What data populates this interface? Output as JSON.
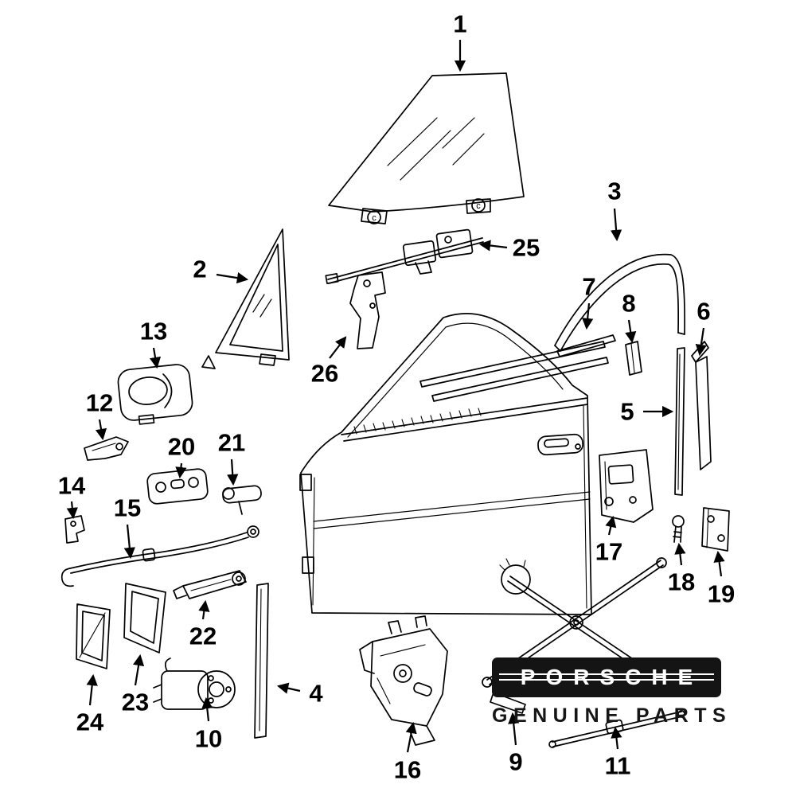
{
  "diagram": {
    "description": "Exploded parts diagram of a front door assembly",
    "callouts": [
      {
        "number": "1"
      },
      {
        "number": "2"
      },
      {
        "number": "3"
      },
      {
        "number": "4"
      },
      {
        "number": "5"
      },
      {
        "number": "6"
      },
      {
        "number": "7"
      },
      {
        "number": "8"
      },
      {
        "number": "9"
      },
      {
        "number": "10"
      },
      {
        "number": "11"
      },
      {
        "number": "12"
      },
      {
        "number": "13"
      },
      {
        "number": "14"
      },
      {
        "number": "15"
      },
      {
        "number": "16"
      },
      {
        "number": "17"
      },
      {
        "number": "18"
      },
      {
        "number": "19"
      },
      {
        "number": "20"
      },
      {
        "number": "21"
      },
      {
        "number": "22"
      },
      {
        "number": "23"
      },
      {
        "number": "24"
      },
      {
        "number": "25"
      },
      {
        "number": "26"
      }
    ],
    "glass_marks": {
      "left": "c",
      "right": "c"
    }
  },
  "badge": {
    "brand": "PORSCHE",
    "subtitle": "GENUINE PARTS"
  },
  "colors": {
    "line": "#000000",
    "background": "#ffffff",
    "badge_background": "#141414",
    "badge_text": "#ffffff",
    "subtitle_text": "#161616"
  }
}
